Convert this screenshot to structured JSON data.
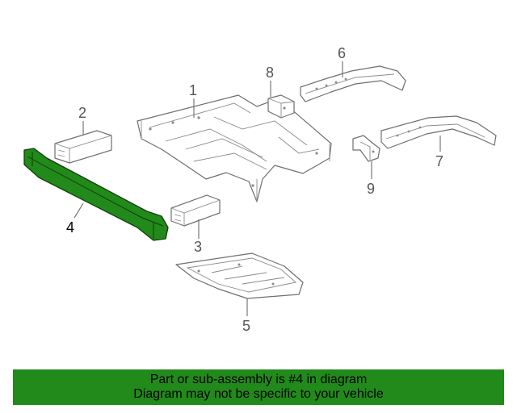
{
  "diagram": {
    "callouts": [
      {
        "id": "1",
        "label": "1"
      },
      {
        "id": "2",
        "label": "2"
      },
      {
        "id": "3",
        "label": "3"
      },
      {
        "id": "4",
        "label": "4",
        "highlighted": true
      },
      {
        "id": "5",
        "label": "5"
      },
      {
        "id": "6",
        "label": "6"
      },
      {
        "id": "7",
        "label": "7"
      },
      {
        "id": "8",
        "label": "8"
      },
      {
        "id": "9",
        "label": "9"
      }
    ],
    "highlight_color": "#218a1a",
    "line_color": "#777777"
  },
  "banner": {
    "line1": "Part or sub-assembly is #4 in diagram",
    "line2": "Diagram may not be specific to your vehicle",
    "background_color": "#218a1a"
  }
}
